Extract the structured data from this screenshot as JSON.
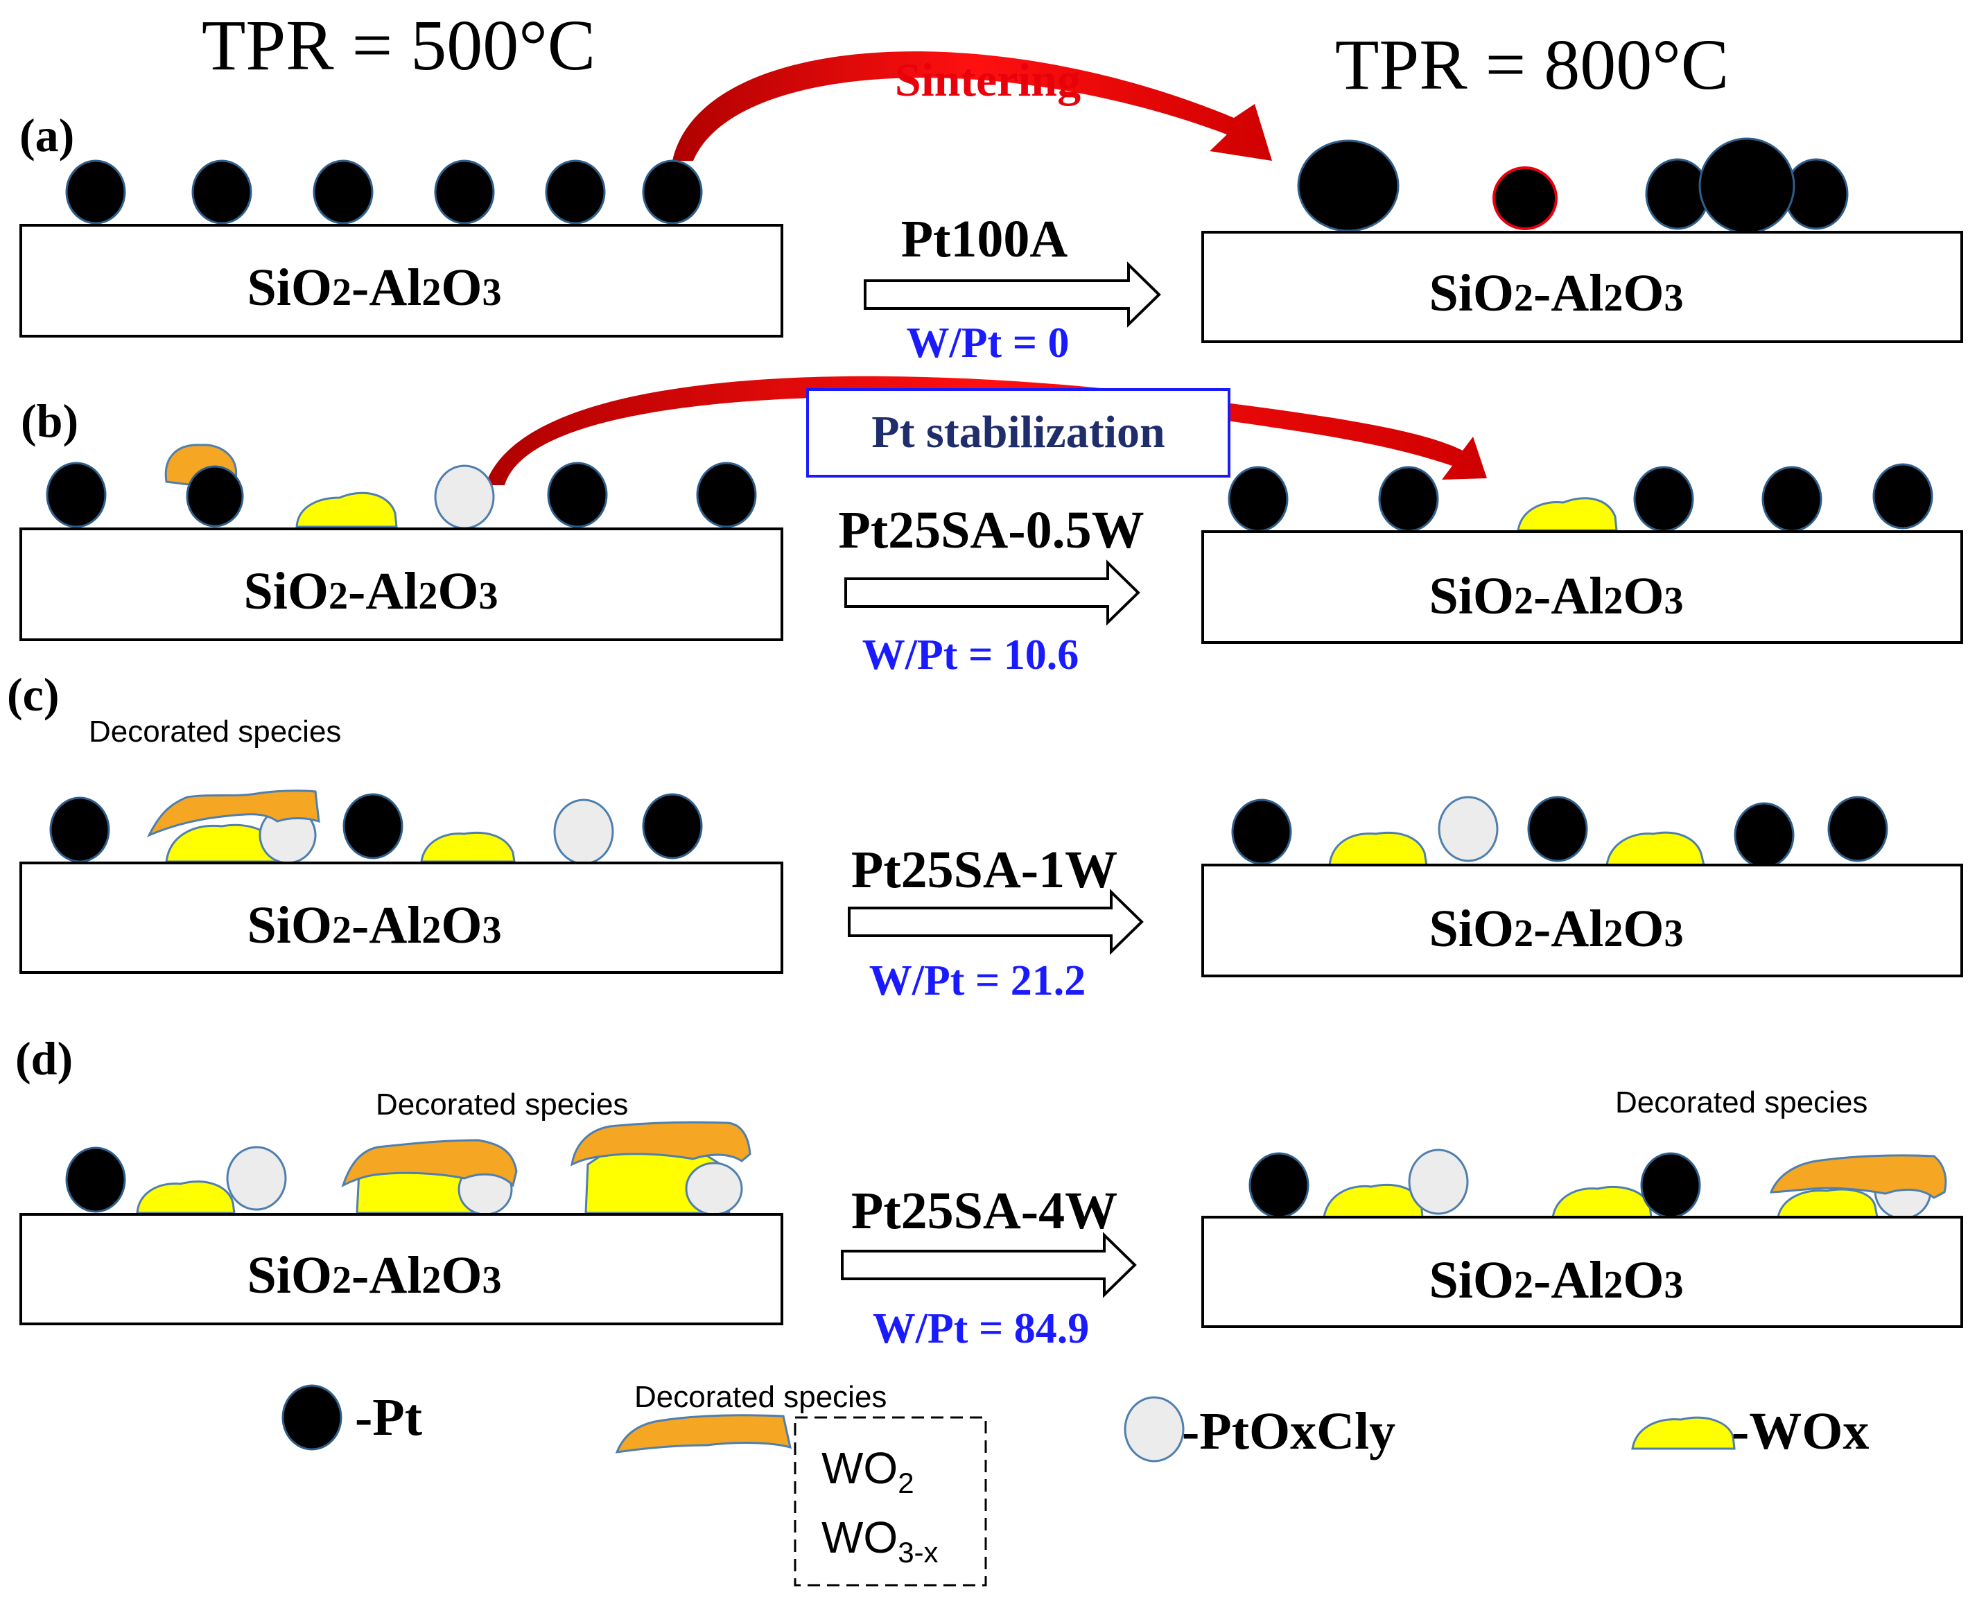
{
  "header": {
    "left": "TPR = 500°C",
    "right": "TPR = 800°C"
  },
  "panels": [
    {
      "label": "(a)",
      "sample": "Pt100A",
      "ratio": "W/Pt = 0",
      "support_left": "SiO2-Al2O3",
      "support_right": "SiO2-Al2O3"
    },
    {
      "label": "(b)",
      "sample": "Pt25SA-0.5W",
      "ratio": "W/Pt = 10.6",
      "support_left": "SiO2-Al2O3",
      "support_right": "SiO2-Al2O3"
    },
    {
      "label": "(c)",
      "sample": "Pt25SA-1W",
      "ratio": "W/Pt = 21.2",
      "support_left": "SiO2-Al2O3",
      "support_right": "SiO2-Al2O3"
    },
    {
      "label": "(d)",
      "sample": "Pt25SA-4W",
      "ratio": "W/Pt = 84.9",
      "support_left": "SiO2-Al2O3",
      "support_right": "SiO2-Al2O3"
    }
  ],
  "annotations": {
    "sintering": "Sintering",
    "stabilization": "Pt stabilization",
    "decorated_c": "Decorated species",
    "decorated_d_left": "Decorated species",
    "decorated_d_right": "Decorated species"
  },
  "legend": {
    "pt": "-Pt",
    "decorated_title": "Decorated species",
    "wo2": "WO2",
    "wo3x": "WO3-x",
    "ptoxcly": "-PtOxCly",
    "wox": "-WOx"
  },
  "colors": {
    "pt": "#000000",
    "ptoxcly": "#ececec",
    "wox": "#ffff00",
    "decorated": "#f5a623",
    "arrow": "#e8000b",
    "ratio_text": "#1a1aff",
    "stabilization_text": "#1f2d6b",
    "stabilization_box": "#1a1aff"
  }
}
